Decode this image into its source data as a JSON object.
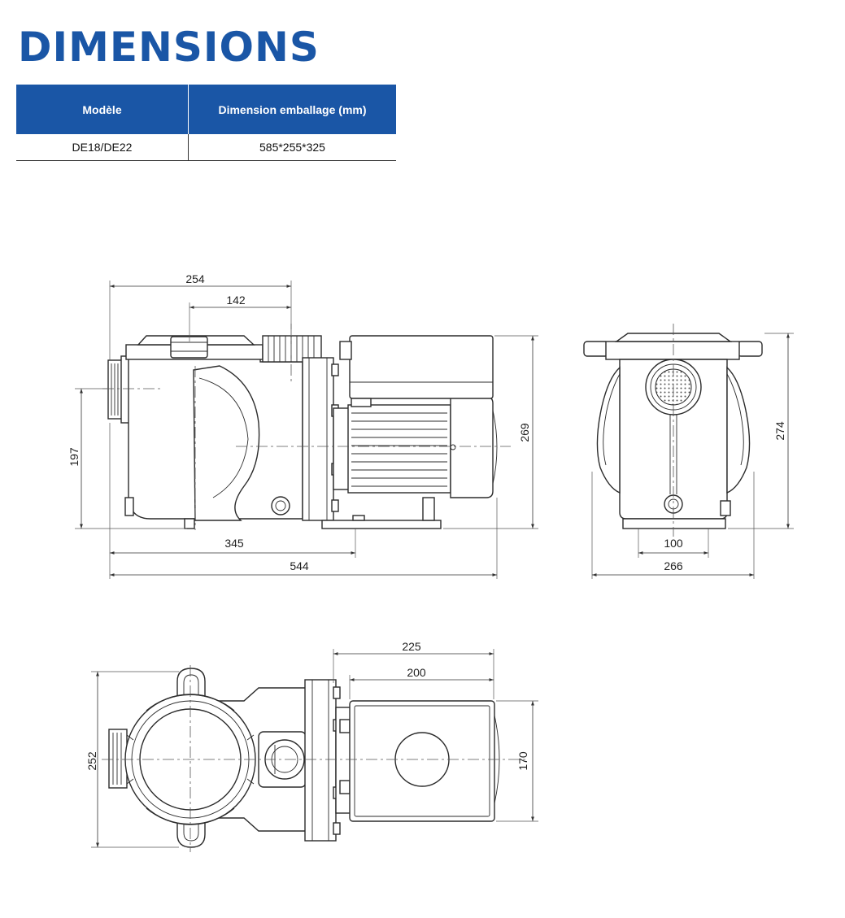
{
  "page": {
    "title": "DIMENSIONS"
  },
  "table": {
    "headers": [
      "Modèle",
      "Dimension emballage (mm)"
    ],
    "rows": [
      [
        "DE18/DE22",
        "585*255*325"
      ]
    ]
  },
  "dimensions": {
    "side_view": {
      "top_overall": "254",
      "top_inner": "142",
      "height_inlet": "197",
      "height_motor": "269",
      "length_base": "345",
      "length_overall": "544"
    },
    "front_view": {
      "height": "274",
      "base_width": "100",
      "overall_width": "266"
    },
    "top_view": {
      "width": "252",
      "motor_overall": "225",
      "motor_body": "200",
      "motor_width": "170"
    }
  },
  "colors": {
    "brand_blue": "#1a56a6"
  }
}
